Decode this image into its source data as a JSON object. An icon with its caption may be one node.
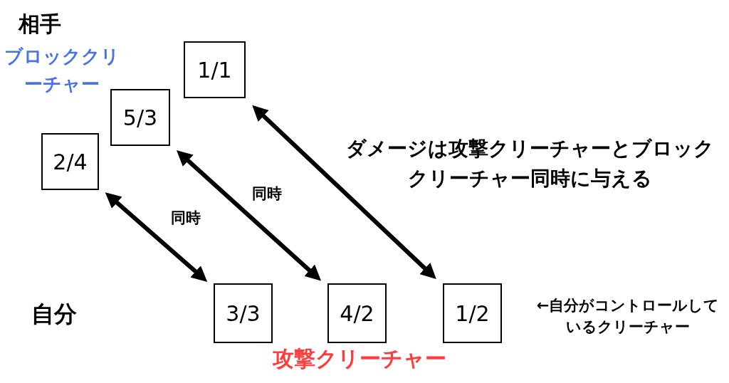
{
  "diagram": {
    "nodes": [
      {
        "text": [
          "1/1"
        ]
      },
      {
        "text": [
          "5/3"
        ]
      },
      {
        "text": [
          "2/4"
        ]
      },
      {
        "text": [
          "3/3"
        ]
      },
      {
        "text": [
          "4/2"
        ]
      },
      {
        "text": [
          "1/2"
        ]
      }
    ],
    "edges": [
      {
        "from": 2,
        "to": 3,
        "arrow": "both",
        "label": "同時"
      },
      {
        "from": 1,
        "to": 4,
        "arrow": "both",
        "label": "同時"
      },
      {
        "from": 0,
        "to": 5,
        "arrow": "both"
      }
    ],
    "labels": [
      "相手",
      "ブロッククリーチャー",
      "ダメージは攻撃クリーチャーとブロッククリーチャー同時に与える",
      "自分",
      "←自分がコントロールしているクリーチャー",
      "攻撃クリーチャー"
    ]
  }
}
